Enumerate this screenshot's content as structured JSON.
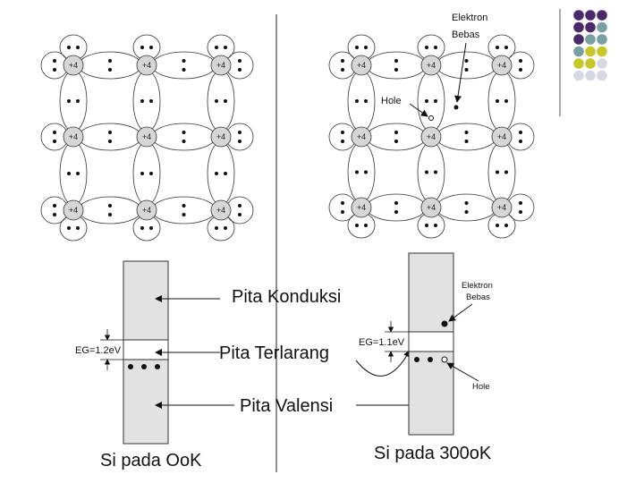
{
  "lattice": {
    "atom_label": "+4",
    "left_atom_labels": [
      "+4",
      "+4",
      "+4",
      "+4",
      "+4",
      "+4",
      "+4",
      "+4",
      "+4"
    ],
    "right_atom_labels": [
      "+4",
      "+4",
      "+4",
      "+4",
      "+4",
      "+4",
      "+4",
      "+4",
      "+4"
    ],
    "right_labels": {
      "electron": [
        "Elektron",
        "Bebas"
      ],
      "hole": "Hole"
    }
  },
  "left_band": {
    "gap_label": "EG=1.2eV",
    "band_labels": {
      "conduction": "Pita Konduksi",
      "forbidden": "Pita Terlarang",
      "valence": "Pita Valensi"
    },
    "caption": "Si pada OoK"
  },
  "right_band": {
    "gap_label": "EG=1.1eV",
    "electron_label": [
      "Elektron",
      "Bebas"
    ],
    "hole_label": "Hole",
    "caption": "Si pada 300oK"
  },
  "decor_dot_colors": [
    "#4a2a6a",
    "#7a9fa0",
    "#c7c72a",
    "#d8d8e4"
  ]
}
